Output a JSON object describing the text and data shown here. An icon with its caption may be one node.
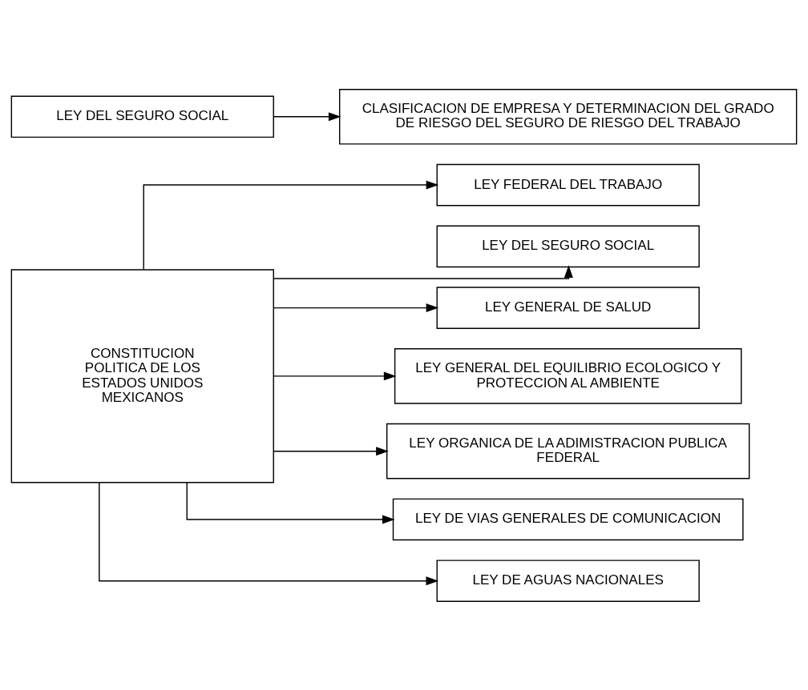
{
  "diagram": {
    "nodes": [
      {
        "text": [
          "CONSTITUCION POLITICA DE LOS ESTADOS UNIDOS MEXICANOS"
        ]
      },
      {
        "text": [
          "LEY FEDERAL DEL TRABAJO"
        ]
      },
      {
        "text": [
          "LEY DEL SEGURO SOCIAL"
        ]
      },
      {
        "text": [
          "LEY GENERAL DE SALUD"
        ]
      },
      {
        "text": [
          "LEY GENERAL DEL EQUILIBRIO ECOLOGICO Y PROTECCION AL AMBIENTE"
        ]
      },
      {
        "text": [
          "LEY ORGANICA DE LA ADIMISTRACION PUBLICA FEDERAL"
        ]
      },
      {
        "text": [
          "LEY DE VIAS GENERALES DE COMUNICACION"
        ]
      },
      {
        "text": [
          "LEY DE AGUAS NACIONALES"
        ]
      },
      {
        "text": [
          "LEY DEL SEGURO SOCIAL"
        ]
      },
      {
        "text": [
          "CLASIFICACION DE EMPRESA Y DETERMINACION DEL GRADO DE RIESGO DEL SEGURO DE RIESGO DEL TRABAJO"
        ]
      }
    ],
    "edges": [
      {
        "from": 0,
        "to": 1,
        "arrow": "to"
      },
      {
        "from": 0,
        "to": 2,
        "arrow": "to"
      },
      {
        "from": 0,
        "to": 3,
        "arrow": "to"
      },
      {
        "from": 0,
        "to": 4,
        "arrow": "to"
      },
      {
        "from": 0,
        "to": 5,
        "arrow": "to"
      },
      {
        "from": 0,
        "to": 6,
        "arrow": "to"
      },
      {
        "from": 0,
        "to": 7,
        "arrow": "to"
      },
      {
        "from": 8,
        "to": 9,
        "arrow": "to"
      }
    ]
  }
}
